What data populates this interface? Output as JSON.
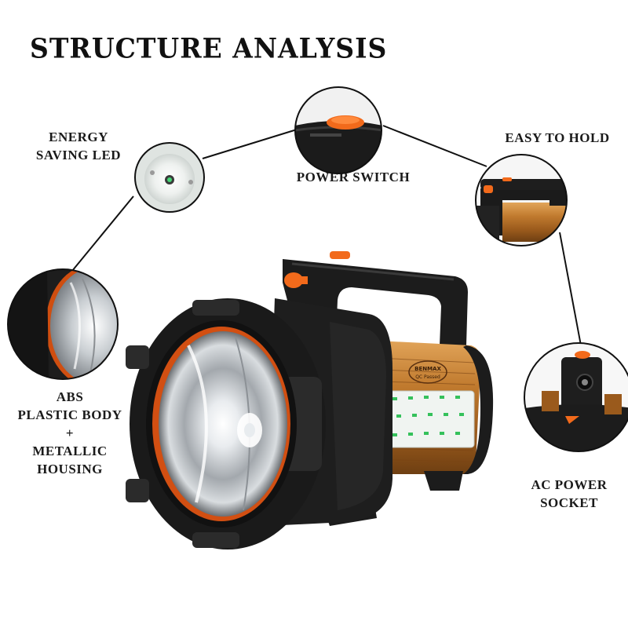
{
  "title": "STRUCTURE ANALYSIS",
  "labels": {
    "energy_line1": "ENERGY",
    "energy_line2": "SAVING LED",
    "power_switch": "POWER SWITCH",
    "easy_to_hold": "EASY TO HOLD",
    "abs_line1": "ABS",
    "abs_line2": "PLASTIC BODY",
    "abs_plus": "+",
    "abs_line3": "METALLIC",
    "abs_line4": "HOUSING",
    "ac_line1": "AC POWER",
    "ac_line2": "SOCKET"
  },
  "brand": {
    "logo_text": "BENMAX",
    "badge_text": "QC Passed"
  },
  "colors": {
    "accent_orange": "#f26a1b",
    "body_black": "#1b1b1b",
    "housing_bronze": "#b8742a",
    "led_white": "#f2f6f2",
    "led_green": "#33c25a"
  }
}
